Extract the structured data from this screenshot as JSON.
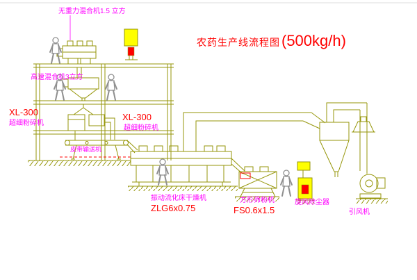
{
  "title": {
    "text": "农药生产线流程图",
    "capacity": "(500kg/h)"
  },
  "equipment_labels": {
    "gravity_mixer": "无重力混合机1.5 立方",
    "high_speed_mixer": "高速混合机3立方",
    "pulverizer_left_model": "XL-300",
    "pulverizer_left_name": "超细粉碎机",
    "pulverizer_right_model": "XL-300",
    "pulverizer_right_name": "超细粉碎机",
    "belt_conveyor": "皮带输送机",
    "dryer_name": "振动流化床干燥机",
    "dryer_model": "ZLG6x0.75",
    "sifter_name": "方形筛粉机",
    "sifter_model": "FS0.6x1.5",
    "cyclone": "旋风除尘器",
    "fan": "引风机"
  },
  "colors": {
    "line_olive": "#96960a",
    "label_magenta": "#ff00ff",
    "label_red": "#ff0000",
    "cabinet_yellow": "#ffff00",
    "figure_gray": "#8f8f8f",
    "background": "#ffffff"
  }
}
